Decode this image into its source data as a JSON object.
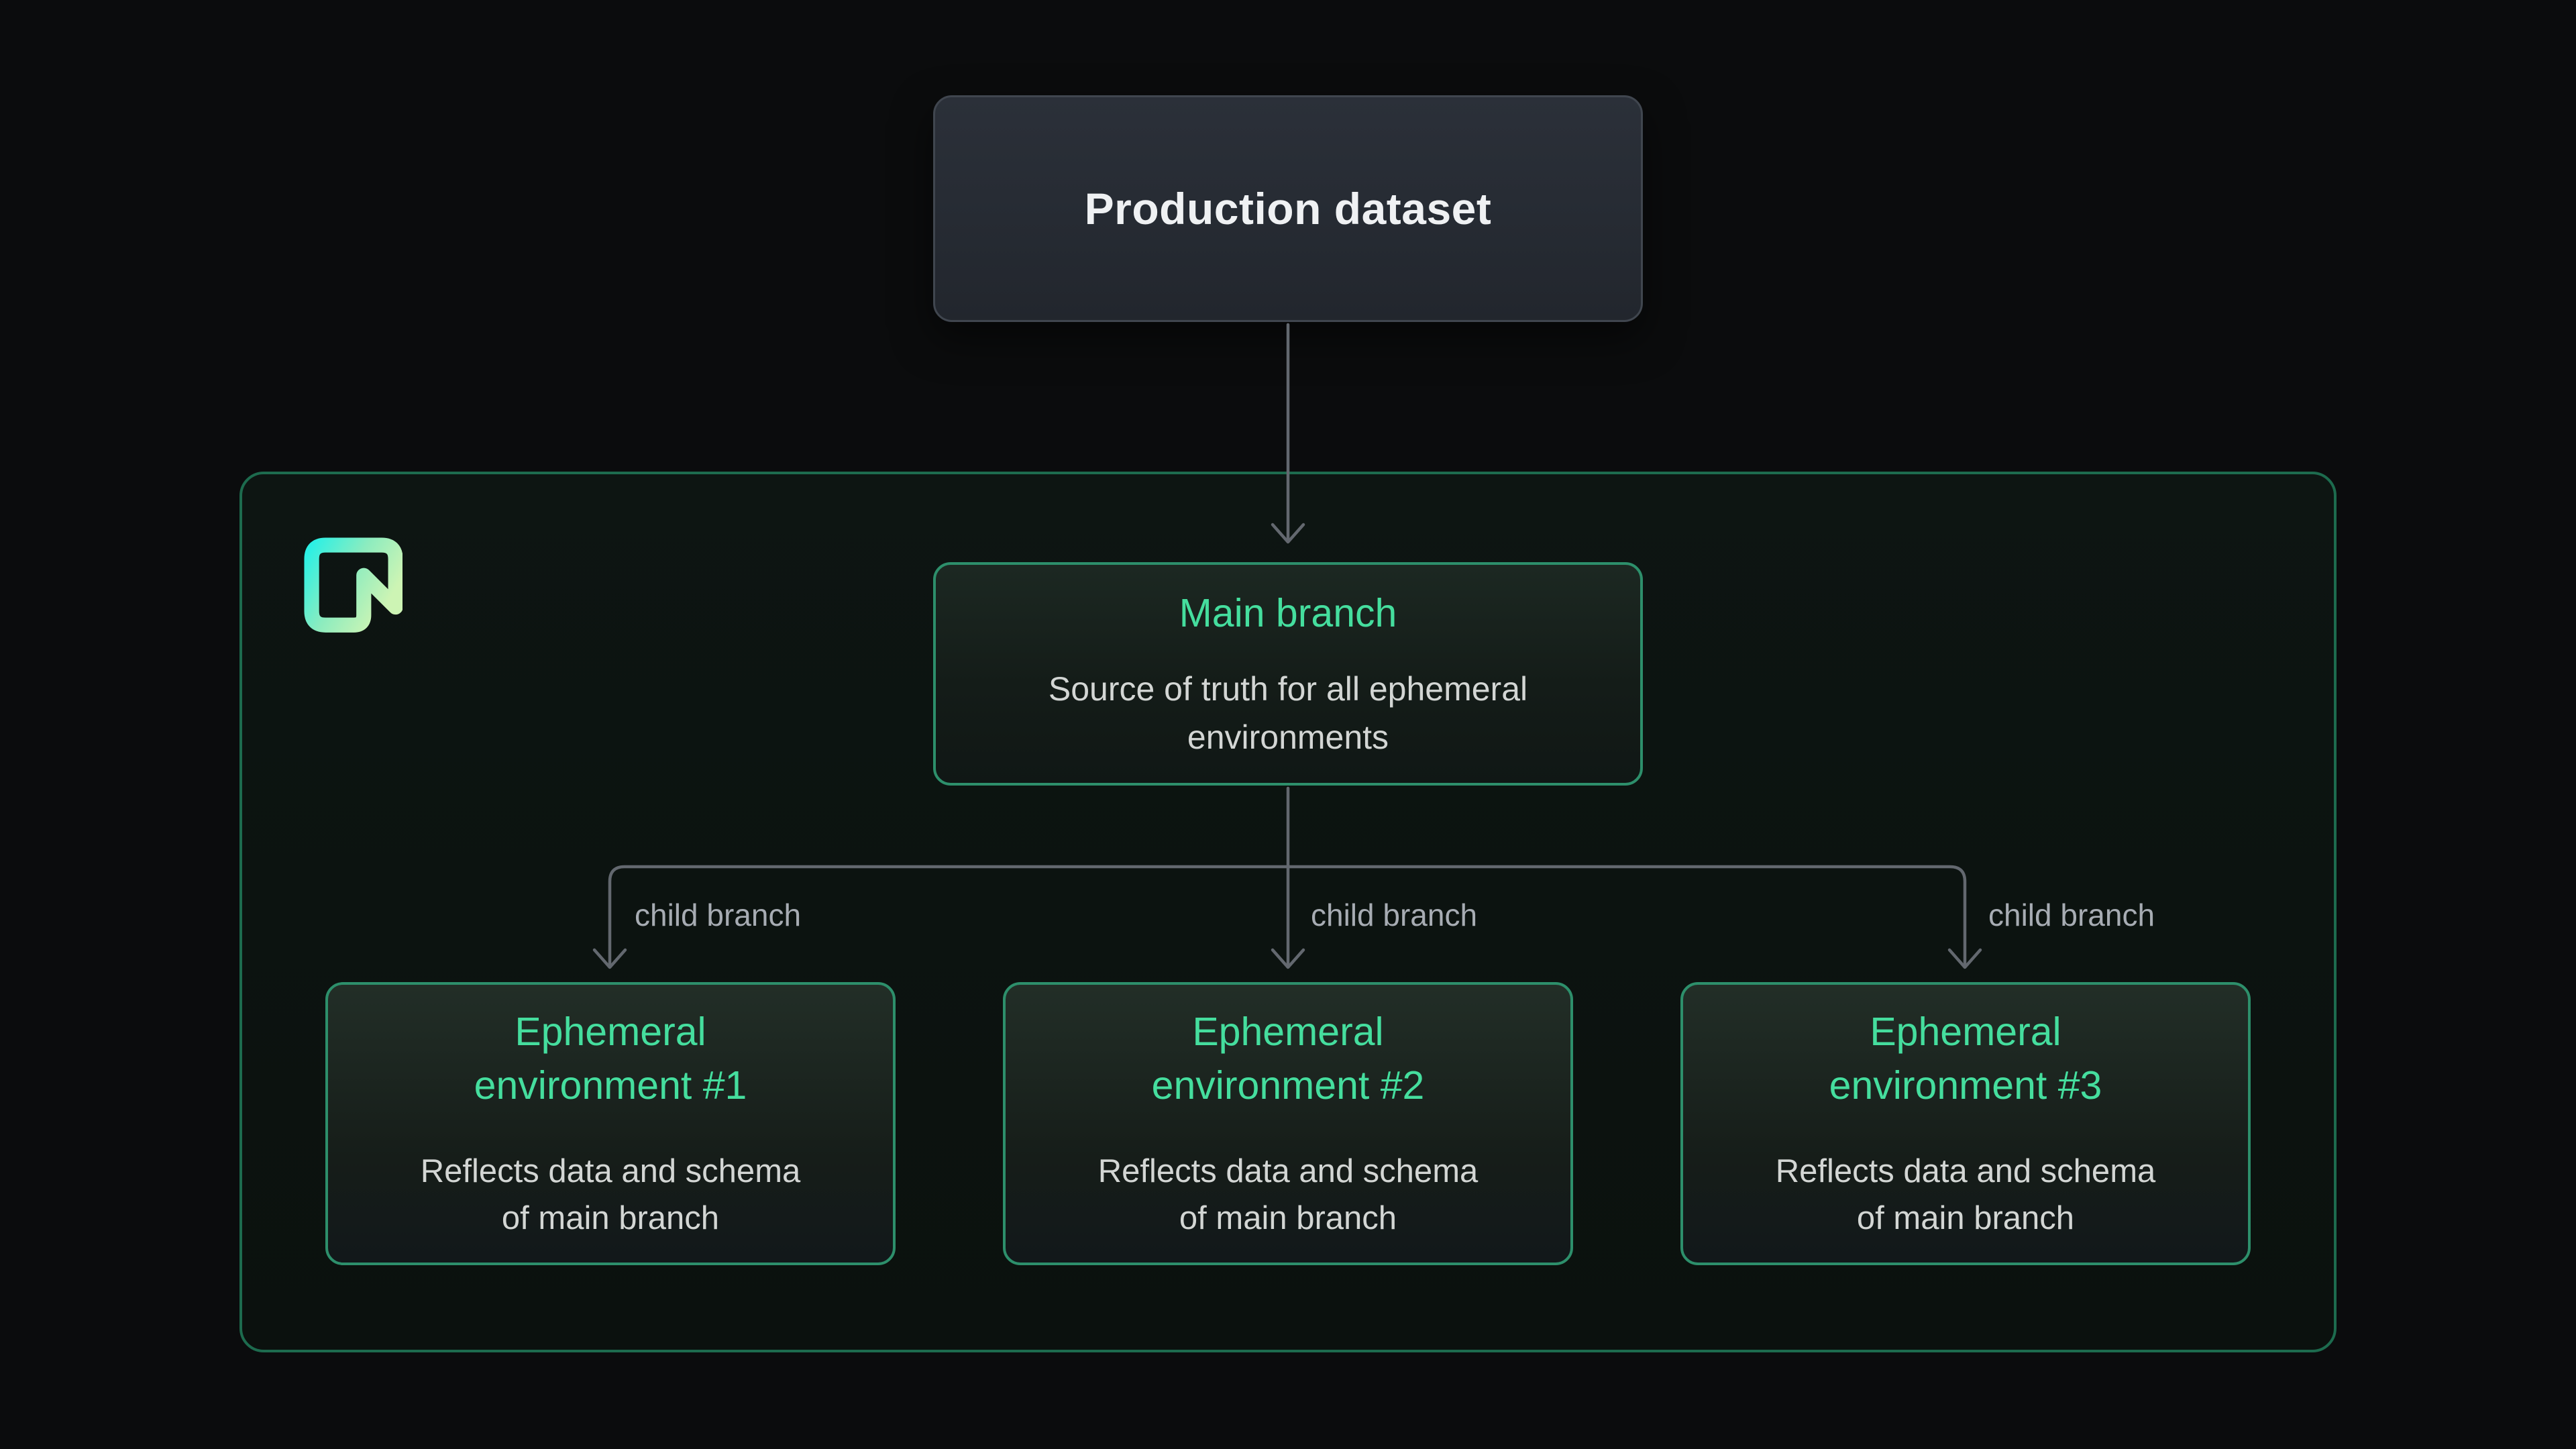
{
  "production": {
    "title": "Production dataset"
  },
  "main_branch": {
    "title": "Main branch",
    "subtitle_lines": [
      "Source of truth for all ephemeral",
      "environments"
    ]
  },
  "connectors": [
    {
      "label": "child branch"
    },
    {
      "label": "child branch"
    },
    {
      "label": "child branch"
    }
  ],
  "environments": [
    {
      "title_lines": [
        "Ephemeral",
        "environment #1"
      ],
      "body_lines": [
        "Reflects data and schema",
        "of main branch"
      ]
    },
    {
      "title_lines": [
        "Ephemeral",
        "environment #2"
      ],
      "body_lines": [
        "Reflects data and schema",
        "of main branch"
      ]
    },
    {
      "title_lines": [
        "Ephemeral",
        "environment #3"
      ],
      "body_lines": [
        "Reflects data and schema",
        "of main branch"
      ]
    }
  ],
  "colors": {
    "page_bg": "#0b0c0d",
    "cluster_border": "#1d6b4e",
    "green_box_border": "#2d8f6b",
    "accent_green_text": "#45de9e",
    "neutral_box_bg": "#262b33",
    "neutral_box_border": "#40464f",
    "connector_gray": "#63686f",
    "label_gray": "#a7acb3",
    "body_text": "#d3d6d4",
    "title_white": "#eff1f3",
    "logo_gradient_start": "#2cf0e4",
    "logo_gradient_end": "#cdf4b4"
  }
}
